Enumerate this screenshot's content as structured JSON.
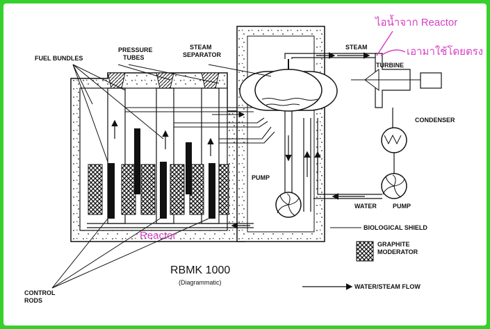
{
  "diagram": {
    "title": "RBMK 1000",
    "subtitle": "(Diagrammatic)",
    "labels": {
      "fuel_bundles": "FUEL BUNDLES",
      "pressure_tubes_1": "PRESSURE",
      "pressure_tubes_2": "TUBES",
      "steam_separator_1": "STEAM",
      "steam_separator_2": "SEPARATOR",
      "steam": "STEAM",
      "turbine": "TURBINE",
      "condenser": "CONDENSER",
      "water": "WATER",
      "pump_right": "PUMP",
      "pump_left": "PUMP",
      "biological_shield": "BIOLOGICAL SHIELD",
      "graphite_1": "GRAPHITE",
      "graphite_2": "MODERATOR",
      "control_rods_1": "CONTROL",
      "control_rods_2": "RODS",
      "flow_legend": "WATER/STEAM FLOW"
    },
    "annotations": {
      "reactor": "Reactor",
      "thai_steam": "ไอน้ำจาก Reactor",
      "thai_use": "เอามาใช้โดยตรง"
    },
    "colors": {
      "background": "#35d12a",
      "annotation": "#d63fc4",
      "ink": "#111111"
    }
  }
}
